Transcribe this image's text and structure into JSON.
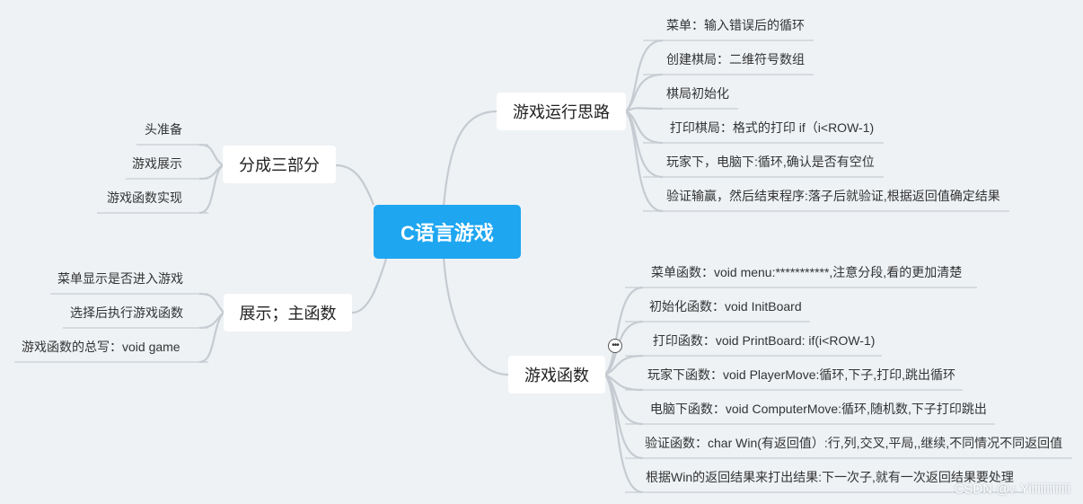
{
  "central": "C语言游戏",
  "branches": {
    "thinking": {
      "title": "游戏运行思路",
      "items": [
        "菜单：输入错误后的循环",
        "创建棋局：二维符号数组",
        "棋局初始化",
        " 打印棋局：格式的打印 if（i<ROW-1)",
        "玩家下，电脑下:循环,确认是否有空位",
        "验证输赢，然后结束程序:落子后就验证,根据返回值确定结果"
      ]
    },
    "functions": {
      "title": "游戏函数",
      "items": [
        "菜单函数：void menu:***********,注意分段,看的更加清楚",
        "初始化函数：void InitBoard",
        " 打印函数：void PrintBoard: if(i<ROW-1)",
        "玩家下函数：void PlayerMove:循环,下子,打印,跳出循环",
        " 电脑下函数：void ComputerMove:循环,随机数,下子打印跳出",
        "验证函数：char Win(有返回值）:行,列,交叉,平局,,继续,不同情况不同返回值",
        "根据Win的返回结果来打出结果:下一次子,就有一次返回结果要处理"
      ]
    },
    "three_parts": {
      "title": "分成三部分",
      "items": [
        "头准备",
        "游戏展示",
        "游戏函数实现"
      ]
    },
    "main_func": {
      "title": "展示；主函数",
      "items": [
        "菜单显示是否进入游戏",
        "选择后执行游戏函数",
        "游戏函数的总写：void game"
      ]
    }
  },
  "collapse_icon": "ellipsis-icon",
  "watermark": "CSDN @♪ Yiiiiiiiiiiiiii",
  "colors": {
    "central_bg": "#1ea6f0",
    "background": "#eef2f5",
    "link": "#c5cbd1"
  }
}
